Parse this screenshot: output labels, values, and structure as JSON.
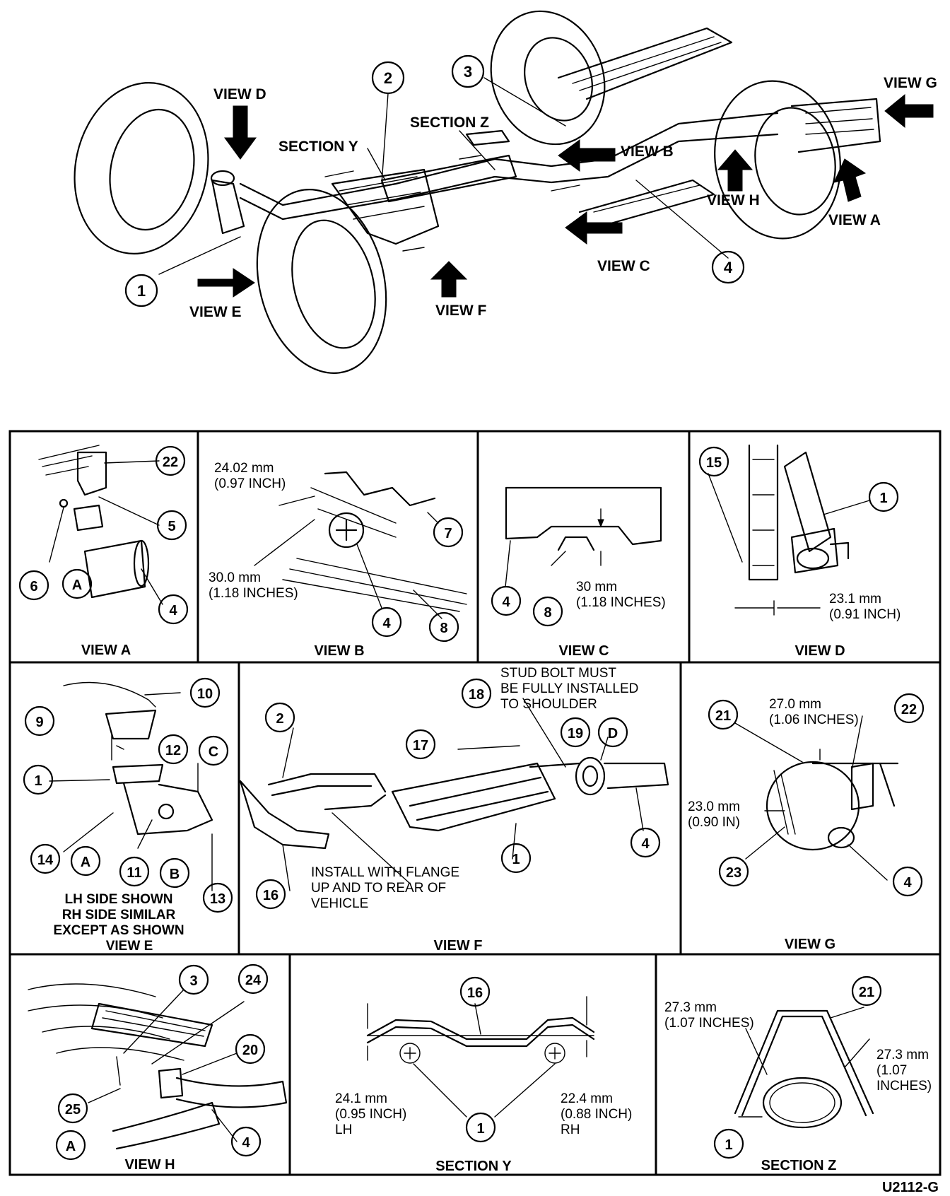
{
  "figure_id": "U2112-G",
  "overview": {
    "callouts": [
      "1",
      "2",
      "3",
      "4"
    ],
    "labels": [
      "VIEW D",
      "SECTION Y",
      "SECTION Z",
      "VIEW G",
      "VIEW B",
      "VIEW H",
      "VIEW A",
      "VIEW C",
      "VIEW E",
      "VIEW F"
    ]
  },
  "panels": {
    "view_a": {
      "title": "VIEW A",
      "callouts": [
        "22",
        "5",
        "6",
        "A",
        "4"
      ]
    },
    "view_b": {
      "title": "VIEW B",
      "dim1": [
        "24.02 mm",
        "(0.97 INCH)"
      ],
      "dim2": [
        "30.0 mm",
        "(1.18 INCHES)"
      ],
      "callouts": [
        "7",
        "4",
        "8"
      ]
    },
    "view_c": {
      "title": "VIEW C",
      "dim1": [
        "30 mm",
        "(1.18 INCHES)"
      ],
      "callouts": [
        "4",
        "8"
      ]
    },
    "view_d": {
      "title": "VIEW D",
      "dim1": [
        "23.1 mm",
        "(0.91 INCH)"
      ],
      "callouts": [
        "15",
        "1"
      ]
    },
    "view_e": {
      "title": "VIEW E",
      "note": [
        "LH SIDE SHOWN",
        "RH SIDE SIMILAR",
        "EXCEPT AS SHOWN"
      ],
      "callouts": [
        "10",
        "9",
        "12",
        "C",
        "1",
        "14",
        "A",
        "11",
        "B",
        "13"
      ]
    },
    "view_f": {
      "title": "VIEW F",
      "note_stud": [
        "STUD BOLT MUST",
        "BE FULLY INSTALLED",
        "TO SHOULDER"
      ],
      "note_flange": [
        "INSTALL WITH FLANGE",
        "UP AND TO REAR OF",
        "VEHICLE"
      ],
      "callouts": [
        "2",
        "18",
        "19",
        "D",
        "17",
        "1",
        "4",
        "16"
      ]
    },
    "view_g": {
      "title": "VIEW G",
      "dim1": [
        "27.0 mm",
        "(1.06 INCHES)"
      ],
      "dim2": [
        "23.0 mm",
        "(0.90 IN)"
      ],
      "callouts": [
        "21",
        "22",
        "23",
        "4"
      ]
    },
    "view_h": {
      "title": "VIEW H",
      "callouts": [
        "3",
        "24",
        "20",
        "25",
        "A",
        "4"
      ]
    },
    "section_y": {
      "title": "SECTION Y",
      "dim1": [
        "24.1 mm",
        "(0.95 INCH)",
        "LH"
      ],
      "dim2": [
        "22.4 mm",
        "(0.88 INCH)",
        "RH"
      ],
      "callouts": [
        "16",
        "1"
      ]
    },
    "section_z": {
      "title": "SECTION Z",
      "dim1": [
        "27.3 mm",
        "(1.07 INCHES)"
      ],
      "dim2": [
        "27.3 mm",
        "(1.07",
        "INCHES)"
      ],
      "callouts": [
        "21",
        "1"
      ]
    }
  }
}
